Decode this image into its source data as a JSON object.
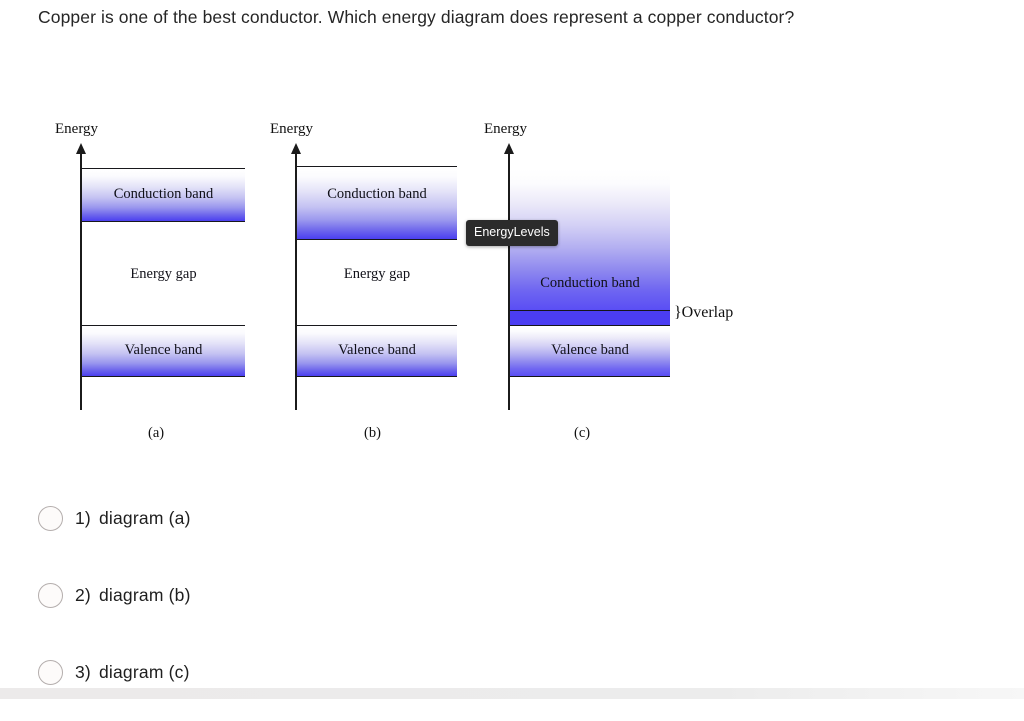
{
  "question": {
    "text": "Copper is one of the best conductor. Which energy diagram does represent a copper conductor?"
  },
  "figure": {
    "tooltip": {
      "label": "EnergyLevels"
    },
    "overlap_label": "}Overlap",
    "panels": [
      {
        "id": "a",
        "caption": "(a)",
        "axis_label": "Energy",
        "conduction_band": "Conduction band",
        "energy_gap": "Energy gap",
        "valence_band": "Valence band"
      },
      {
        "id": "b",
        "caption": "(b)",
        "axis_label": "Energy",
        "conduction_band": "Conduction band",
        "energy_gap": "Energy gap",
        "valence_band": "Valence band"
      },
      {
        "id": "c",
        "caption": "(c)",
        "axis_label": "Energy",
        "conduction_band": "Conduction band",
        "valence_band": "Valence band"
      }
    ]
  },
  "options": [
    {
      "number": "1)",
      "label": "diagram (a)"
    },
    {
      "number": "2)",
      "label": "diagram (b)"
    },
    {
      "number": "3)",
      "label": "diagram (c)"
    }
  ],
  "colors": {
    "band_gradient_top": "#ffffff",
    "band_gradient_bottom": "#4b3ff0",
    "overlap_fill": "#4b3df2",
    "outline": "#18181c",
    "tooltip_bg": "#2b2b2b",
    "tooltip_text": "#ffffff",
    "radio_border": "#b4aead",
    "text": "#262626"
  }
}
